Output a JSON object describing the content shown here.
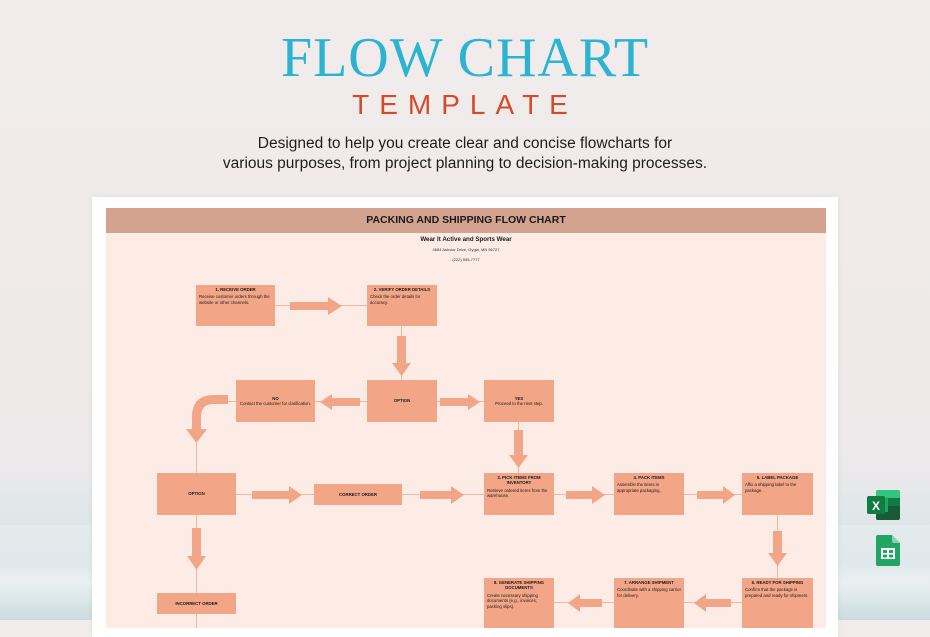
{
  "hero": {
    "title": "FLOW CHART",
    "subtitle": "TEMPLATE",
    "description_line1": "Designed to help you create clear and concise flowcharts for",
    "description_line2": "various purposes, from project planning to decision-making processes."
  },
  "sheet": {
    "header": "PACKING AND SHIPPING FLOW CHART",
    "company": "Wear It Active and Sports Wear",
    "address": "4684 Ashvior Drive, Gygla, MN 56727",
    "phone": "(222) 555-7777"
  },
  "nodes": {
    "receive_order": {
      "title": "1. RECEIVE ORDER",
      "desc": "Receive customer orders through the website or other channels."
    },
    "verify_order": {
      "title": "2. VERIFY ORDER DETAILS",
      "desc": "Check the order details for accuracy."
    },
    "option_1": {
      "title": "OPTION"
    },
    "no": {
      "title": "NO",
      "desc": "Contact the customer for clarification."
    },
    "yes": {
      "title": "YES",
      "desc": "Proceed to the next step."
    },
    "option_2": {
      "title": "OPTION"
    },
    "correct_order": {
      "title": "CORRECT ORDER"
    },
    "pick_items": {
      "title": "3. PICK ITEMS FROM INVENTORY",
      "desc": "Retrieve ordered items from the warehouse."
    },
    "pack_items": {
      "title": "4. PACK ITEMS",
      "desc": "Assemble the items in appropriate packaging."
    },
    "label_package": {
      "title": "5. LABEL PACKAGE",
      "desc": "Affix a shipping label to the package."
    },
    "ready_shipping": {
      "title": "6. READY FOR SHIPPING",
      "desc": "Confirm that the package is prepared and ready for shipment."
    },
    "arrange_shipment": {
      "title": "7. ARRANGE SHIPMENT",
      "desc": "Coordinate with a shipping carrier for delivery."
    },
    "generate_docs": {
      "title": "8. GENERATE SHIPPING DOCUMENTS",
      "desc": "Create necessary shipping documents (e.g., invoices, packing slips)."
    },
    "incorrect_order": {
      "title": "INCORRECT ORDER"
    }
  },
  "colors": {
    "title": "#2bb3d2",
    "subtitle": "#d54a2b",
    "header_band": "#d4a390",
    "sheet_bg": "#fcece5",
    "node_fill": "#f2a687",
    "arrow": "#f2a687"
  },
  "apps": [
    {
      "name": "excel-icon",
      "letter": "X",
      "color": "#1f7244"
    },
    {
      "name": "google-sheets-icon",
      "color": "#21a464"
    }
  ]
}
